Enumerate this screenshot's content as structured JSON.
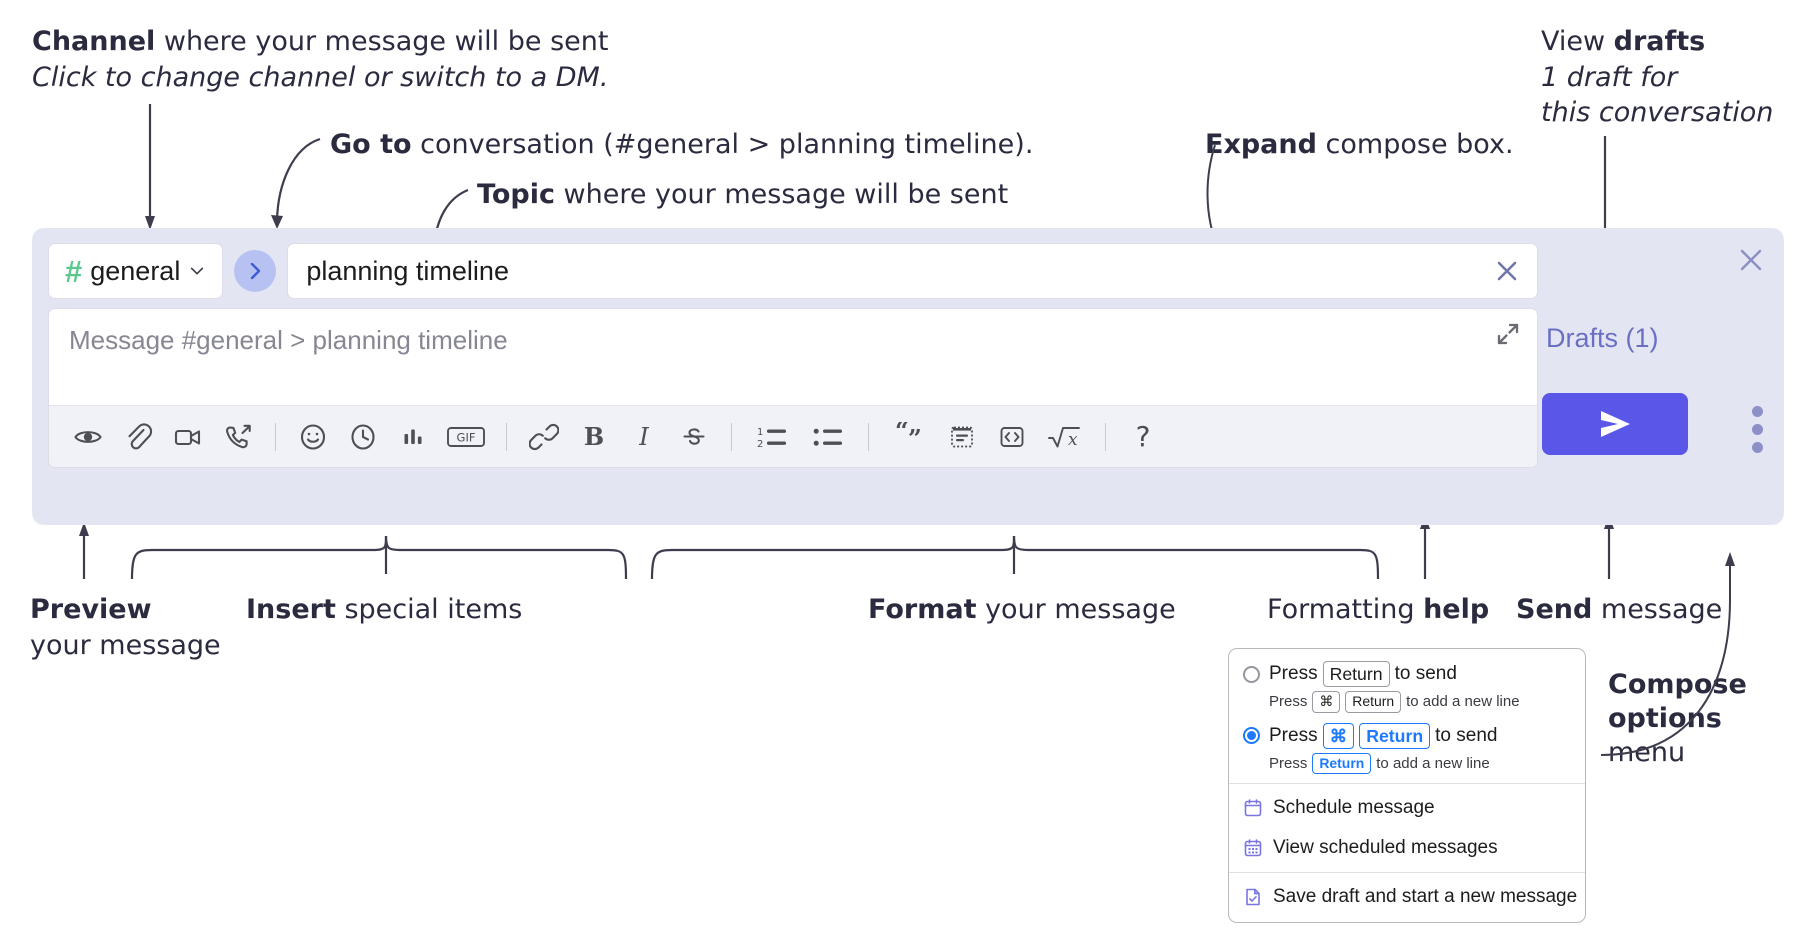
{
  "annotations": {
    "channel": {
      "bold": "Channel",
      "rest": " where your message will be sent",
      "italic": "Click to change channel or switch to a DM."
    },
    "goto": {
      "bold": "Go to",
      "rest": " conversation (#general > planning timeline)."
    },
    "topic": {
      "bold": "Topic",
      "rest": " where your message will be sent"
    },
    "expand": {
      "bold": "Expand",
      "rest": " compose box."
    },
    "drafts": {
      "pre": "View ",
      "bold": "drafts",
      "italic1": "1 draft for",
      "italic2": "this conversation"
    },
    "preview": {
      "bold": "Preview",
      "rest": "your message"
    },
    "insert": {
      "bold": "Insert",
      "rest": " special items"
    },
    "format": {
      "bold": "Format",
      "rest": " your message"
    },
    "help": {
      "pre": "Formatting ",
      "bold": "help"
    },
    "send": {
      "bold": "Send",
      "rest": " message"
    },
    "compose_options": {
      "bold1": "Compose",
      "bold2": "options",
      "rest": "menu"
    }
  },
  "compose": {
    "channel": {
      "hash": "#",
      "name": "general"
    },
    "topic": {
      "value": "planning timeline"
    },
    "message": {
      "placeholder": "Message #general > planning timeline",
      "value": ""
    },
    "drafts_label": "Drafts (1)",
    "toolbar_groups": [
      {
        "name": "preview",
        "items": [
          {
            "icon": "eye-icon",
            "label": "Preview"
          }
        ]
      },
      {
        "name": "insert",
        "items": [
          {
            "icon": "paperclip-icon",
            "label": "Attach file"
          },
          {
            "icon": "video-camera-icon",
            "label": "Video clip"
          },
          {
            "icon": "phone-outgoing-icon",
            "label": "Audio clip"
          }
        ]
      },
      {
        "name": "insert2",
        "items": [
          {
            "icon": "emoji-icon",
            "label": "Emoji"
          },
          {
            "icon": "clock-icon",
            "label": "Reminder"
          },
          {
            "icon": "bar-chart-icon",
            "label": "Poll"
          },
          {
            "icon": "gif-icon",
            "label": "GIF"
          }
        ]
      },
      {
        "name": "format",
        "items": [
          {
            "icon": "link-icon",
            "label": "Link"
          },
          {
            "icon": "bold-icon",
            "label": "Bold"
          },
          {
            "icon": "italic-icon",
            "label": "Italic"
          },
          {
            "icon": "strikethrough-icon",
            "label": "Strikethrough"
          }
        ]
      },
      {
        "name": "lists",
        "items": [
          {
            "icon": "ordered-list-icon",
            "label": "Ordered list"
          },
          {
            "icon": "bulleted-list-icon",
            "label": "Bulleted list"
          }
        ]
      },
      {
        "name": "blocks",
        "items": [
          {
            "icon": "blockquote-icon",
            "label": "Blockquote"
          },
          {
            "icon": "code-block-icon",
            "label": "Code block"
          },
          {
            "icon": "inline-code-icon",
            "label": "Code"
          },
          {
            "icon": "math-icon",
            "label": "Math"
          }
        ]
      },
      {
        "name": "help",
        "items": [
          {
            "icon": "question-mark-icon",
            "label": "?"
          }
        ]
      }
    ]
  },
  "menu": {
    "option1": {
      "press": "Press",
      "key": "Return",
      "to_send": "to send",
      "sub_press": "Press",
      "sub_key1": "⌘",
      "sub_key2": "Return",
      "sub_rest": "to add a new line",
      "selected": false
    },
    "option2": {
      "press": "Press",
      "key1": "⌘",
      "key2": "Return",
      "to_send": "to send",
      "sub_press": "Press",
      "sub_key": "Return",
      "sub_rest": "to add a new line",
      "selected": true
    },
    "items": [
      {
        "icon": "calendar-icon",
        "label": "Schedule message"
      },
      {
        "icon": "calendar-grid-icon",
        "label": "View scheduled messages"
      },
      {
        "icon": "document-check-icon",
        "label": "Save draft and start a new message"
      }
    ]
  },
  "colors": {
    "compose_bg": "#e3e5f2",
    "send_button": "#5a56e8",
    "hash_green": "#5bc98d",
    "goto_circle": "#b7c2f2",
    "drafts_purple": "#6b6fc4",
    "radio_blue": "#1d7afc",
    "menu_icon_purple": "#7a76e0",
    "annotation_text": "#2b2b40"
  }
}
